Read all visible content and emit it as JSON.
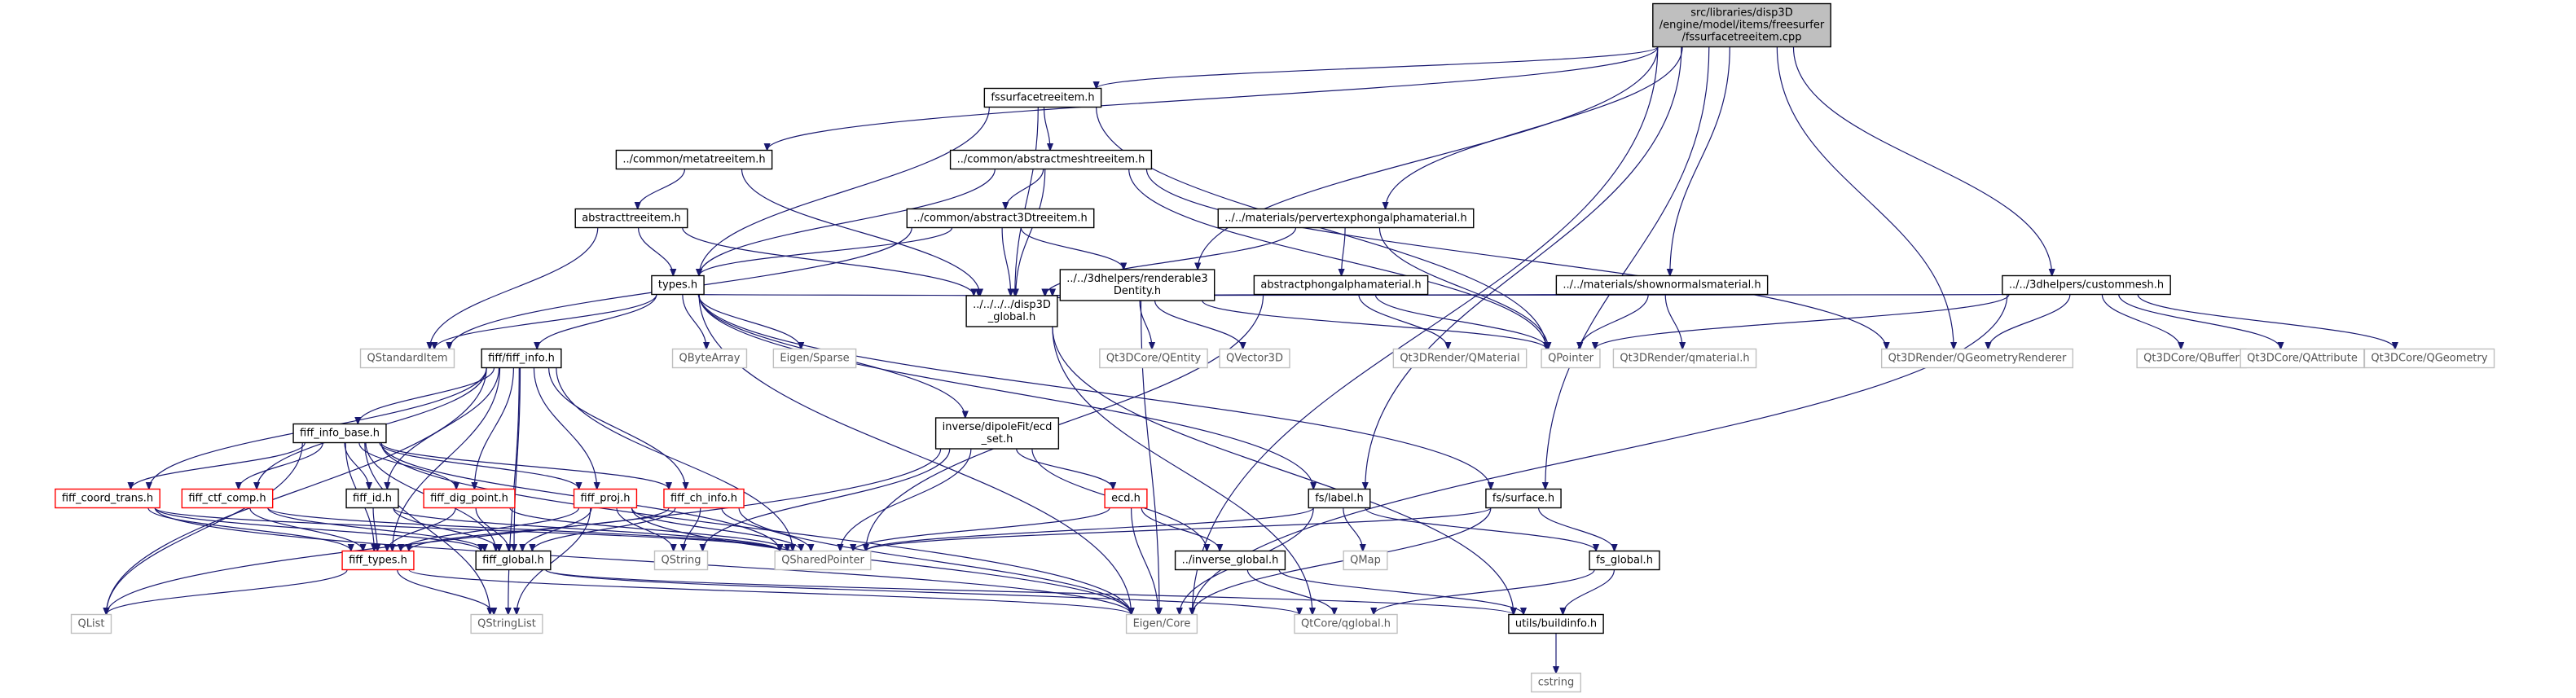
{
  "diagram": {
    "colors": {
      "edge": "#191970",
      "root_fill": "#bfbfbf",
      "box_border": "#000000",
      "ext_border": "#bfbfbf",
      "red_border": "#ff0000",
      "text": "#000000",
      "ext_text": "#555555"
    },
    "nodes": [
      {
        "id": "root",
        "lines": [
          "src/libraries/disp3D",
          "/engine/model/items/freesurfer",
          "/fssurfacetreeitem.cpp"
        ],
        "style": "root"
      },
      {
        "id": "fssurfacetreeitem_h",
        "lines": [
          "fssurfacetreeitem.h"
        ],
        "style": "box"
      },
      {
        "id": "metatreeitem_h",
        "lines": [
          "../common/metatreeitem.h"
        ],
        "style": "box"
      },
      {
        "id": "abstractmeshtreeitem_h",
        "lines": [
          "../common/abstractmeshtreeitem.h"
        ],
        "style": "box"
      },
      {
        "id": "abstracttreeitem_h",
        "lines": [
          "abstracttreeitem.h"
        ],
        "style": "box"
      },
      {
        "id": "abstract3Dtreeitem_h",
        "lines": [
          "../common/abstract3Dtreeitem.h"
        ],
        "style": "box"
      },
      {
        "id": "pervertexphongalpha_h",
        "lines": [
          "../../materials/pervertexphongalphamaterial.h"
        ],
        "style": "box"
      },
      {
        "id": "types_h",
        "lines": [
          "types.h"
        ],
        "style": "box"
      },
      {
        "id": "renderable3Dentity_h",
        "lines": [
          "../../3dhelpers/renderable3",
          "Dentity.h"
        ],
        "style": "box"
      },
      {
        "id": "abstractphongalpha_h",
        "lines": [
          "abstractphongalphamaterial.h"
        ],
        "style": "box"
      },
      {
        "id": "shownormals_h",
        "lines": [
          "../../materials/shownormalsmaterial.h"
        ],
        "style": "box"
      },
      {
        "id": "custommesh_h",
        "lines": [
          "../../3dhelpers/custommesh.h"
        ],
        "style": "box"
      },
      {
        "id": "disp3d_global_h",
        "lines": [
          "../../../../disp3D",
          "_global.h"
        ],
        "style": "box"
      },
      {
        "id": "QStandardItem",
        "lines": [
          "QStandardItem"
        ],
        "style": "ext"
      },
      {
        "id": "fiff_info_h",
        "lines": [
          "fiff/fiff_info.h"
        ],
        "style": "box"
      },
      {
        "id": "QByteArray",
        "lines": [
          "QByteArray"
        ],
        "style": "ext"
      },
      {
        "id": "EigenSparse",
        "lines": [
          "Eigen/Sparse"
        ],
        "style": "ext"
      },
      {
        "id": "Qt3DEntity",
        "lines": [
          "Qt3DCore/QEntity"
        ],
        "style": "ext"
      },
      {
        "id": "QVector3D",
        "lines": [
          "QVector3D"
        ],
        "style": "ext"
      },
      {
        "id": "Qt3DMaterial",
        "lines": [
          "Qt3DRender/QMaterial"
        ],
        "style": "ext"
      },
      {
        "id": "QPointer",
        "lines": [
          "QPointer"
        ],
        "style": "ext"
      },
      {
        "id": "qmaterial_h",
        "lines": [
          "Qt3DRender/qmaterial.h"
        ],
        "style": "ext"
      },
      {
        "id": "QGeometryRenderer",
        "lines": [
          "Qt3DRender/QGeometryRenderer"
        ],
        "style": "ext"
      },
      {
        "id": "QBuffer",
        "lines": [
          "Qt3DCore/QBuffer"
        ],
        "style": "ext"
      },
      {
        "id": "QAttribute",
        "lines": [
          "Qt3DCore/QAttribute"
        ],
        "style": "ext"
      },
      {
        "id": "QGeometry",
        "lines": [
          "Qt3DCore/QGeometry"
        ],
        "style": "ext"
      },
      {
        "id": "fiff_info_base_h",
        "lines": [
          "fiff_info_base.h"
        ],
        "style": "box"
      },
      {
        "id": "ecd_set_h",
        "lines": [
          "inverse/dipoleFit/ecd",
          "_set.h"
        ],
        "style": "box"
      },
      {
        "id": "fiff_coord_trans_h",
        "lines": [
          "fiff_coord_trans.h"
        ],
        "style": "red"
      },
      {
        "id": "fiff_ctf_comp_h",
        "lines": [
          "fiff_ctf_comp.h"
        ],
        "style": "red"
      },
      {
        "id": "fiff_id_h",
        "lines": [
          "fiff_id.h"
        ],
        "style": "box"
      },
      {
        "id": "fiff_dig_point_h",
        "lines": [
          "fiff_dig_point.h"
        ],
        "style": "red"
      },
      {
        "id": "fiff_proj_h",
        "lines": [
          "fiff_proj.h"
        ],
        "style": "red"
      },
      {
        "id": "fiff_ch_info_h",
        "lines": [
          "fiff_ch_info.h"
        ],
        "style": "red"
      },
      {
        "id": "ecd_h",
        "lines": [
          "ecd.h"
        ],
        "style": "red"
      },
      {
        "id": "fs_label_h",
        "lines": [
          "fs/label.h"
        ],
        "style": "box"
      },
      {
        "id": "fs_surface_h",
        "lines": [
          "fs/surface.h"
        ],
        "style": "box"
      },
      {
        "id": "QString",
        "lines": [
          "QString"
        ],
        "style": "ext"
      },
      {
        "id": "QSharedPointer",
        "lines": [
          "QSharedPointer"
        ],
        "style": "ext"
      },
      {
        "id": "QMap",
        "lines": [
          "QMap"
        ],
        "style": "ext"
      },
      {
        "id": "fiff_types_h",
        "lines": [
          "fiff_types.h"
        ],
        "style": "red"
      },
      {
        "id": "fiff_global_h",
        "lines": [
          "fiff_global.h"
        ],
        "style": "box"
      },
      {
        "id": "inverse_global_h",
        "lines": [
          "../inverse_global.h"
        ],
        "style": "box"
      },
      {
        "id": "fs_global_h",
        "lines": [
          "fs_global.h"
        ],
        "style": "box"
      },
      {
        "id": "QList",
        "lines": [
          "QList"
        ],
        "style": "ext"
      },
      {
        "id": "QStringList",
        "lines": [
          "QStringList"
        ],
        "style": "ext"
      },
      {
        "id": "EigenCore",
        "lines": [
          "Eigen/Core"
        ],
        "style": "ext"
      },
      {
        "id": "qglobal_h",
        "lines": [
          "QtCore/qglobal.h"
        ],
        "style": "ext"
      },
      {
        "id": "buildinfo_h",
        "lines": [
          "utils/buildinfo.h"
        ],
        "style": "box"
      },
      {
        "id": "cstring",
        "lines": [
          "cstring"
        ],
        "style": "ext"
      }
    ],
    "edges": [
      [
        "root",
        "fssurfacetreeitem_h"
      ],
      [
        "root",
        "metatreeitem_h"
      ],
      [
        "root",
        "pervertexphongalpha_h"
      ],
      [
        "root",
        "renderable3Dentity_h"
      ],
      [
        "root",
        "shownormals_h"
      ],
      [
        "root",
        "custommesh_h"
      ],
      [
        "root",
        "fs_label_h"
      ],
      [
        "root",
        "fs_surface_h"
      ],
      [
        "root",
        "EigenCore"
      ],
      [
        "root",
        "QGeometryRenderer"
      ],
      [
        "fssurfacetreeitem_h",
        "abstractmeshtreeitem_h"
      ],
      [
        "fssurfacetreeitem_h",
        "types_h"
      ],
      [
        "fssurfacetreeitem_h",
        "disp3d_global_h"
      ],
      [
        "fssurfacetreeitem_h",
        "QPointer"
      ],
      [
        "metatreeitem_h",
        "abstracttreeitem_h"
      ],
      [
        "metatreeitem_h",
        "disp3d_global_h"
      ],
      [
        "abstractmeshtreeitem_h",
        "abstract3Dtreeitem_h"
      ],
      [
        "abstractmeshtreeitem_h",
        "types_h"
      ],
      [
        "abstractmeshtreeitem_h",
        "disp3d_global_h"
      ],
      [
        "abstractmeshtreeitem_h",
        "QPointer"
      ],
      [
        "abstractmeshtreeitem_h",
        "QGeometryRenderer"
      ],
      [
        "abstracttreeitem_h",
        "types_h"
      ],
      [
        "abstracttreeitem_h",
        "QStandardItem"
      ],
      [
        "abstracttreeitem_h",
        "disp3d_global_h"
      ],
      [
        "abstract3Dtreeitem_h",
        "types_h"
      ],
      [
        "abstract3Dtreeitem_h",
        "renderable3Dentity_h"
      ],
      [
        "abstract3Dtreeitem_h",
        "disp3d_global_h"
      ],
      [
        "abstract3Dtreeitem_h",
        "QStandardItem"
      ],
      [
        "pervertexphongalpha_h",
        "abstractphongalpha_h"
      ],
      [
        "pervertexphongalpha_h",
        "disp3d_global_h"
      ],
      [
        "pervertexphongalpha_h",
        "QPointer"
      ],
      [
        "renderable3Dentity_h",
        "disp3d_global_h"
      ],
      [
        "renderable3Dentity_h",
        "Qt3DEntity"
      ],
      [
        "renderable3Dentity_h",
        "QVector3D"
      ],
      [
        "renderable3Dentity_h",
        "QPointer"
      ],
      [
        "renderable3Dentity_h",
        "EigenCore"
      ],
      [
        "abstractphongalpha_h",
        "disp3d_global_h"
      ],
      [
        "abstractphongalpha_h",
        "Qt3DMaterial"
      ],
      [
        "abstractphongalpha_h",
        "QPointer"
      ],
      [
        "abstractphongalpha_h",
        "QSharedPointer"
      ],
      [
        "shownormals_h",
        "disp3d_global_h"
      ],
      [
        "shownormals_h",
        "qmaterial_h"
      ],
      [
        "shownormals_h",
        "QPointer"
      ],
      [
        "custommesh_h",
        "disp3d_global_h"
      ],
      [
        "custommesh_h",
        "QBuffer"
      ],
      [
        "custommesh_h",
        "QAttribute"
      ],
      [
        "custommesh_h",
        "QGeometry"
      ],
      [
        "custommesh_h",
        "QPointer"
      ],
      [
        "custommesh_h",
        "QGeometryRenderer"
      ],
      [
        "custommesh_h",
        "EigenCore"
      ],
      [
        "types_h",
        "fiff_info_h"
      ],
      [
        "types_h",
        "QByteArray"
      ],
      [
        "types_h",
        "EigenSparse"
      ],
      [
        "types_h",
        "disp3d_global_h"
      ],
      [
        "types_h",
        "QStandardItem"
      ],
      [
        "types_h",
        "ecd_set_h"
      ],
      [
        "types_h",
        "fs_label_h"
      ],
      [
        "types_h",
        "fs_surface_h"
      ],
      [
        "types_h",
        "EigenCore"
      ],
      [
        "disp3d_global_h",
        "buildinfo_h"
      ],
      [
        "disp3d_global_h",
        "qglobal_h"
      ],
      [
        "fiff_info_h",
        "fiff_info_base_h"
      ],
      [
        "fiff_info_h",
        "fiff_coord_trans_h"
      ],
      [
        "fiff_info_h",
        "fiff_ctf_comp_h"
      ],
      [
        "fiff_info_h",
        "fiff_id_h"
      ],
      [
        "fiff_info_h",
        "fiff_dig_point_h"
      ],
      [
        "fiff_info_h",
        "fiff_proj_h"
      ],
      [
        "fiff_info_h",
        "fiff_ch_info_h"
      ],
      [
        "fiff_info_h",
        "fiff_types_h"
      ],
      [
        "fiff_info_h",
        "fiff_global_h"
      ],
      [
        "fiff_info_h",
        "QSharedPointer"
      ],
      [
        "fiff_info_h",
        "QList"
      ],
      [
        "fiff_info_h",
        "QStringList"
      ],
      [
        "fiff_info_base_h",
        "fiff_coord_trans_h"
      ],
      [
        "fiff_info_base_h",
        "fiff_ctf_comp_h"
      ],
      [
        "fiff_info_base_h",
        "fiff_id_h"
      ],
      [
        "fiff_info_base_h",
        "fiff_dig_point_h"
      ],
      [
        "fiff_info_base_h",
        "fiff_proj_h"
      ],
      [
        "fiff_info_base_h",
        "fiff_ch_info_h"
      ],
      [
        "fiff_info_base_h",
        "fiff_types_h"
      ],
      [
        "fiff_info_base_h",
        "fiff_global_h"
      ],
      [
        "fiff_info_base_h",
        "QSharedPointer"
      ],
      [
        "fiff_info_base_h",
        "QList"
      ],
      [
        "fiff_info_base_h",
        "QStringList"
      ],
      [
        "fiff_info_base_h",
        "EigenCore"
      ],
      [
        "ecd_set_h",
        "ecd_h"
      ],
      [
        "ecd_set_h",
        "inverse_global_h"
      ],
      [
        "ecd_set_h",
        "QSharedPointer"
      ],
      [
        "ecd_set_h",
        "QString"
      ],
      [
        "ecd_set_h",
        "QList"
      ],
      [
        "fiff_coord_trans_h",
        "fiff_types_h"
      ],
      [
        "fiff_coord_trans_h",
        "fiff_global_h"
      ],
      [
        "fiff_coord_trans_h",
        "QSharedPointer"
      ],
      [
        "fiff_coord_trans_h",
        "EigenCore"
      ],
      [
        "fiff_ctf_comp_h",
        "fiff_types_h"
      ],
      [
        "fiff_ctf_comp_h",
        "fiff_global_h"
      ],
      [
        "fiff_ctf_comp_h",
        "QSharedPointer"
      ],
      [
        "fiff_id_h",
        "fiff_types_h"
      ],
      [
        "fiff_id_h",
        "fiff_global_h"
      ],
      [
        "fiff_id_h",
        "QSharedPointer"
      ],
      [
        "fiff_dig_point_h",
        "fiff_types_h"
      ],
      [
        "fiff_dig_point_h",
        "fiff_global_h"
      ],
      [
        "fiff_dig_point_h",
        "QSharedPointer"
      ],
      [
        "fiff_proj_h",
        "fiff_types_h"
      ],
      [
        "fiff_proj_h",
        "fiff_global_h"
      ],
      [
        "fiff_proj_h",
        "QString"
      ],
      [
        "fiff_proj_h",
        "QSharedPointer"
      ],
      [
        "fiff_proj_h",
        "QStringList"
      ],
      [
        "fiff_proj_h",
        "EigenCore"
      ],
      [
        "fiff_ch_info_h",
        "fiff_types_h"
      ],
      [
        "fiff_ch_info_h",
        "fiff_global_h"
      ],
      [
        "fiff_ch_info_h",
        "QString"
      ],
      [
        "fiff_ch_info_h",
        "QSharedPointer"
      ],
      [
        "fiff_ch_info_h",
        "EigenCore"
      ],
      [
        "ecd_h",
        "inverse_global_h"
      ],
      [
        "ecd_h",
        "QSharedPointer"
      ],
      [
        "ecd_h",
        "EigenCore"
      ],
      [
        "fs_label_h",
        "fs_global_h"
      ],
      [
        "fs_label_h",
        "QSharedPointer"
      ],
      [
        "fs_label_h",
        "QMap"
      ],
      [
        "fs_label_h",
        "EigenCore"
      ],
      [
        "fs_surface_h",
        "fs_global_h"
      ],
      [
        "fs_surface_h",
        "QSharedPointer"
      ],
      [
        "fs_surface_h",
        "EigenCore"
      ],
      [
        "fiff_types_h",
        "QList"
      ],
      [
        "fiff_types_h",
        "QStringList"
      ],
      [
        "fiff_types_h",
        "EigenCore"
      ],
      [
        "fiff_global_h",
        "buildinfo_h"
      ],
      [
        "fiff_global_h",
        "qglobal_h"
      ],
      [
        "inverse_global_h",
        "buildinfo_h"
      ],
      [
        "inverse_global_h",
        "qglobal_h"
      ],
      [
        "fs_global_h",
        "buildinfo_h"
      ],
      [
        "fs_global_h",
        "qglobal_h"
      ],
      [
        "buildinfo_h",
        "cstring"
      ]
    ]
  }
}
